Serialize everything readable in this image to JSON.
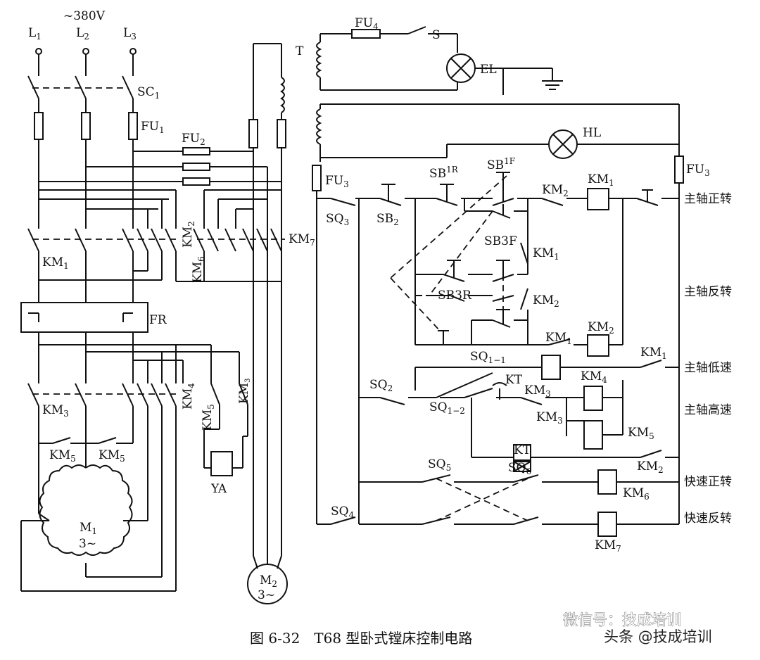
{
  "labels": {
    "supply": "~380V",
    "L1": "L",
    "L1_sub": "1",
    "L2": "L",
    "L2_sub": "2",
    "L3": "L",
    "L3_sub": "3",
    "SC1": "SC",
    "SC1_sub": "1",
    "FU1": "FU",
    "FU1_sub": "1",
    "FU2": "FU",
    "FU2_sub": "2",
    "FU3a": "FU",
    "FU3a_sub": "3",
    "FU3b": "FU",
    "FU3b_sub": "3",
    "FU4": "FU",
    "FU4_sub": "4",
    "T": "T",
    "S": "S",
    "EL": "EL",
    "HL": "HL",
    "FR": "FR",
    "YA": "YA",
    "M1": "M",
    "M1_sub": "1",
    "M1_ph": "3~",
    "M2": "M",
    "M2_sub": "2",
    "M2_ph": "3~",
    "KM": "KM",
    "SQ": "SQ",
    "SB": "SB",
    "KT": "KT",
    "SB3F": "SB3F",
    "SB3R": "SB3R",
    "sub1": "1",
    "sub2": "2",
    "sub3": "3",
    "sub4": "4",
    "sub5": "5",
    "sub6": "6",
    "sub7": "7",
    "sub1R": "1R",
    "sub1F": "1F",
    "sub11": "1−1",
    "sub12": "1−2"
  },
  "functions": {
    "f1": "主轴正转",
    "f2": "主轴反转",
    "f3": "主轴低速",
    "f4": "主轴高速",
    "f5": "快速正转",
    "f6": "快速反转"
  },
  "caption": "图 6-32　T68 型卧式镗床控制电路",
  "watermark": {
    "wechat": "微信号：技成培训",
    "toutiao": "头条 @技成培训"
  }
}
